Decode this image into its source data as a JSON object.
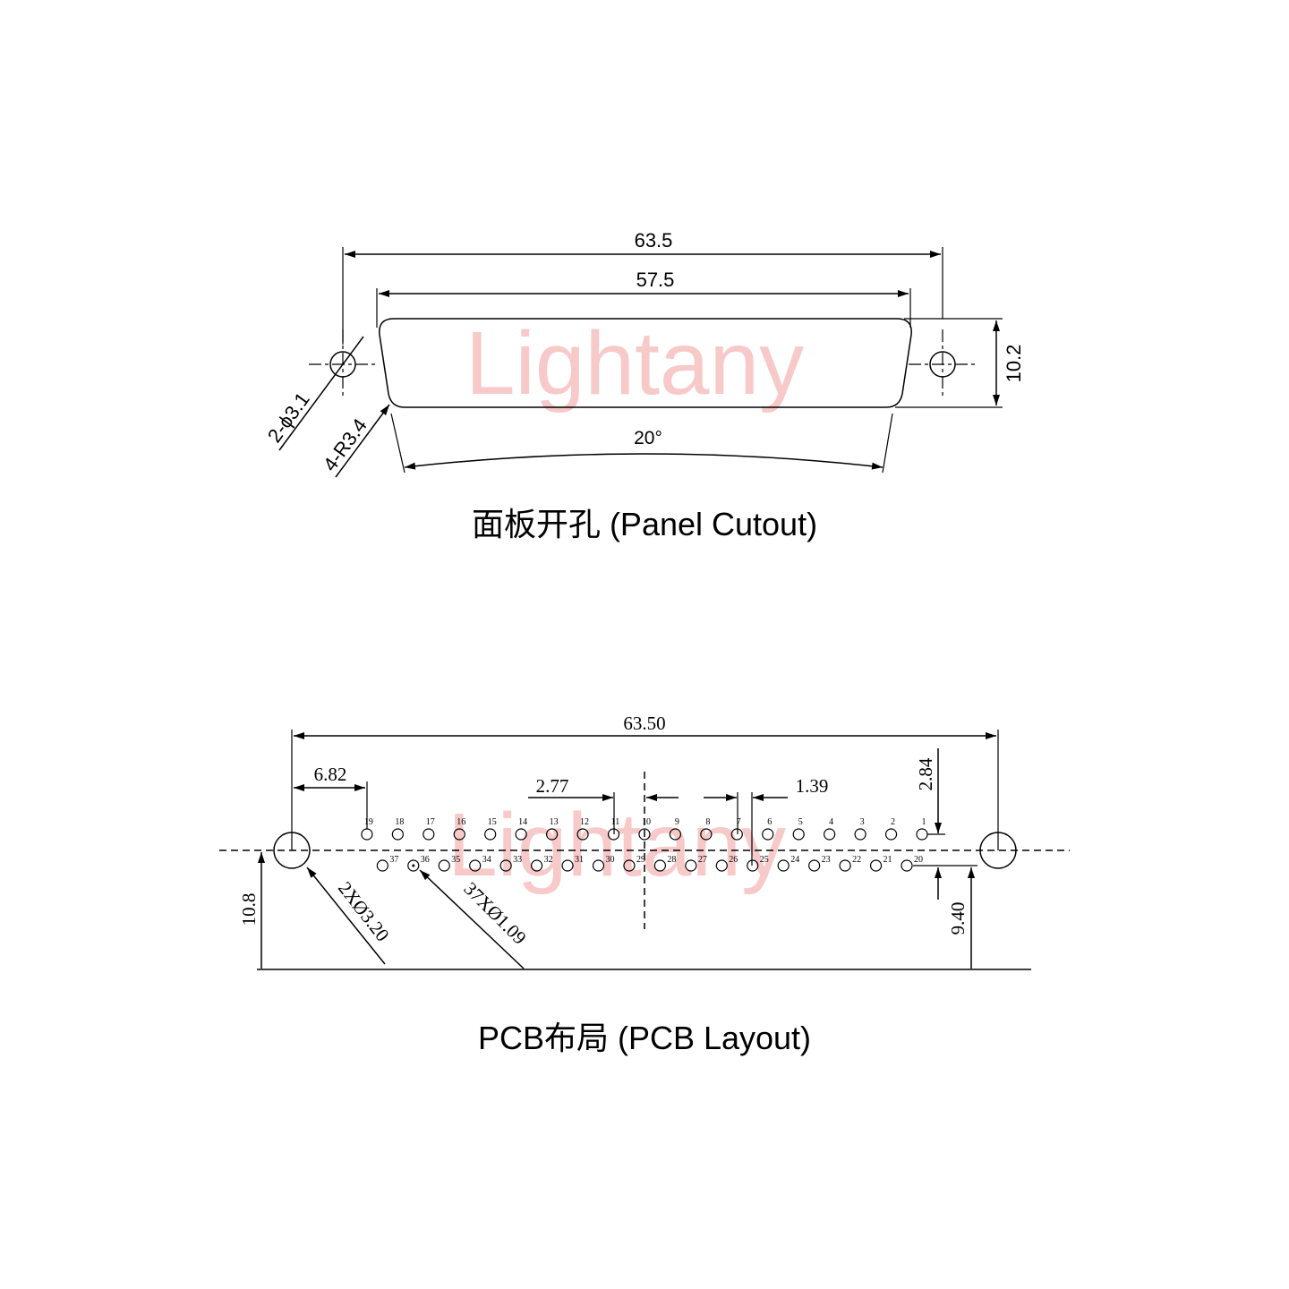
{
  "watermark": "Lightany",
  "panel": {
    "title": "面板开孔 (Panel Cutout)",
    "dim_overall": "63.5",
    "dim_inner": "57.5",
    "dim_height": "10.2",
    "dim_angle": "20°",
    "dim_holes": "2-ϕ3.1",
    "dim_radius": "4-R3.4"
  },
  "pcb": {
    "title": "PCB布局 (PCB Layout)",
    "dim_overall": "63.50",
    "dim_offset": "6.82",
    "dim_pitch": "2.77",
    "dim_half_pitch": "1.39",
    "dim_row_top": "2.84",
    "dim_base_left": "10.8",
    "dim_base_right": "9.40",
    "dim_mount_holes": "2XØ3.20",
    "dim_pin_holes": "37XØ1.09",
    "top_row_pins": [
      "1",
      "2",
      "3",
      "4",
      "5",
      "6",
      "7",
      "8",
      "9",
      "10",
      "11",
      "12",
      "13",
      "14",
      "15",
      "16",
      "17",
      "18",
      "19"
    ],
    "bottom_row_pins": [
      "20",
      "21",
      "22",
      "23",
      "24",
      "25",
      "26",
      "27",
      "28",
      "29",
      "30",
      "31",
      "32",
      "33",
      "34",
      "35",
      "36",
      "37"
    ]
  }
}
